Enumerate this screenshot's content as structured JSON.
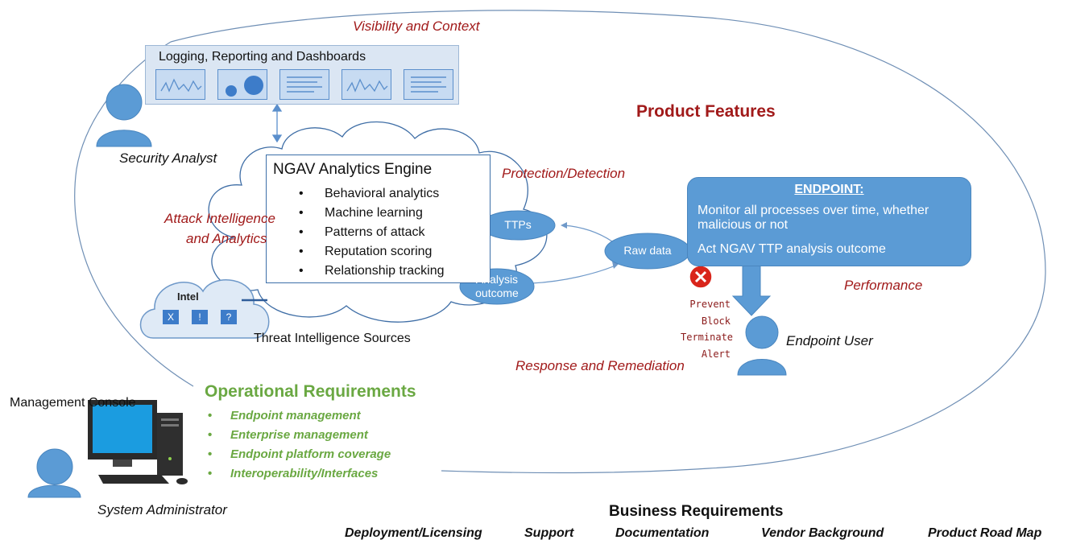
{
  "dashboard": {
    "title": "Logging, Reporting and Dashboards"
  },
  "labels": {
    "visibility": "Visibility and Context",
    "product_features": "Product Features",
    "security_analyst": "Security Analyst",
    "protection_detection": "Protection/Detection",
    "attack_intel_line1": "Attack Intelligence",
    "attack_intel_line2": "and Analytics",
    "threat_sources": "Threat Intelligence Sources",
    "performance": "Performance",
    "response_remediation": "Response and Remediation",
    "endpoint_user": "Endpoint User",
    "management_console": "Management Console",
    "system_admin": "System Administrator"
  },
  "engine": {
    "title": "NGAV Analytics Engine",
    "items": [
      "Behavioral analytics",
      "Machine learning",
      "Patterns of attack",
      "Reputation scoring",
      "Relationship tracking"
    ]
  },
  "intel_cloud": {
    "title": "Intel",
    "icons": [
      "X",
      "!",
      "?"
    ]
  },
  "ellipses": {
    "ttps": "TTPs",
    "raw_data": "Raw data",
    "analysis_line1": "Analysis",
    "analysis_line2": "outcome"
  },
  "endpoint": {
    "title": "ENDPOINT:",
    "line1": "Monitor all processes over time, whether malicious or not",
    "line2": "Act NGAV TTP analysis outcome"
  },
  "actions": [
    "Prevent",
    "Block",
    "Terminate",
    "Alert"
  ],
  "operational": {
    "title": "Operational Requirements",
    "items": [
      "Endpoint management",
      "Enterprise management",
      "Endpoint platform coverage",
      "Interoperability/Interfaces"
    ]
  },
  "business": {
    "title": "Business Requirements",
    "items": [
      "Deployment/Licensing",
      "Support",
      "Documentation",
      "Vendor Background",
      "Product Road Map"
    ]
  },
  "colors": {
    "accent_blue": "#5b9bd5",
    "dark_red": "#a11a1a",
    "green": "#6aa842"
  }
}
